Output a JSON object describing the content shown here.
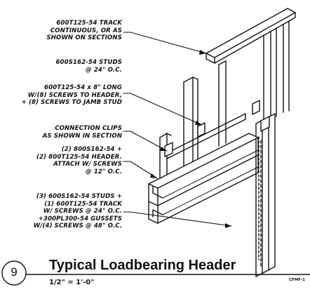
{
  "notes": [
    "600T125-54 TRACK\nCONTINUOUS, OR AS\nSHOWN ON SECTIONS",
    "600S162-54 STUDS\n@ 24\" O.C.",
    "600T125-54 x 8\" LONG\nW/(8) SCREWS TO HEADER,\n+ (8) SCREWS TO JAMB STUD",
    "CONNECTION CLIPS\nAS SHOWN IN SECTION",
    "(2) 800S162-54 +\n(2) 800T125-54 HEADER.\nATTACH W/ SCREWS\n@ 12\" O.C.",
    "(3) 600S162-54 STUDS +\n(1) 600T125-54 TRACK\nW/ SCREWS @ 24\" O.C.\n+300PL300-54 GUSSETS\nW/(4) SCREWS @ 48\" O.C."
  ],
  "title": {
    "detail_number": "9",
    "text": "Typical Loadbearing Header",
    "scale": "1/2\" = 1'-0\"",
    "code": "CFMF-1"
  },
  "colors": {
    "ink": "#111111",
    "background": "#ffffff"
  }
}
